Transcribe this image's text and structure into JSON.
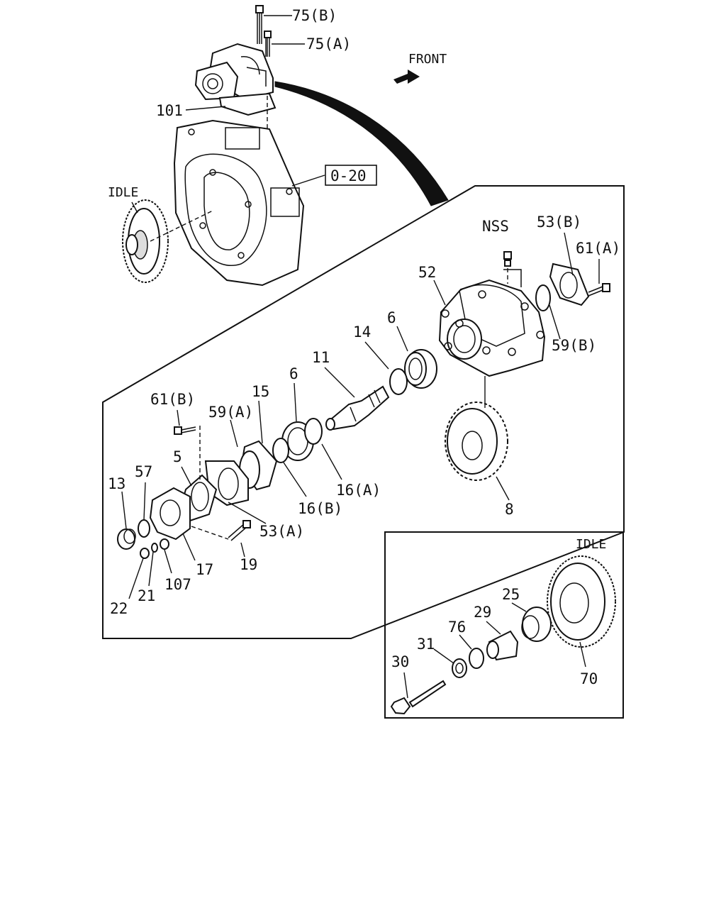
{
  "labels": {
    "p75b": "75(B)",
    "p75a": "75(A)",
    "front": "FRONT",
    "p101": "101",
    "ref": "0-20",
    "idle_top": "IDLE",
    "nss": "NSS",
    "p53b": "53(B)",
    "p61a": "61(A)",
    "p52": "52",
    "p59b": "59(B)",
    "p14": "14",
    "p6a": "6",
    "p11": "11",
    "p6b": "6",
    "p61b": "61(B)",
    "p15": "15",
    "p59a": "59(A)",
    "p5": "5",
    "p57": "57",
    "p13": "13",
    "p16a": "16(A)",
    "p16b": "16(B)",
    "p53a": "53(A)",
    "p8": "8",
    "p19": "19",
    "p17": "17",
    "p107": "107",
    "p21": "21",
    "p22": "22",
    "idle_box": "IDLE",
    "p25": "25",
    "p29": "29",
    "p76": "76",
    "p31": "31",
    "p30": "30",
    "p70": "70"
  },
  "icons": {
    "front_arrow": "arrow-icon"
  }
}
